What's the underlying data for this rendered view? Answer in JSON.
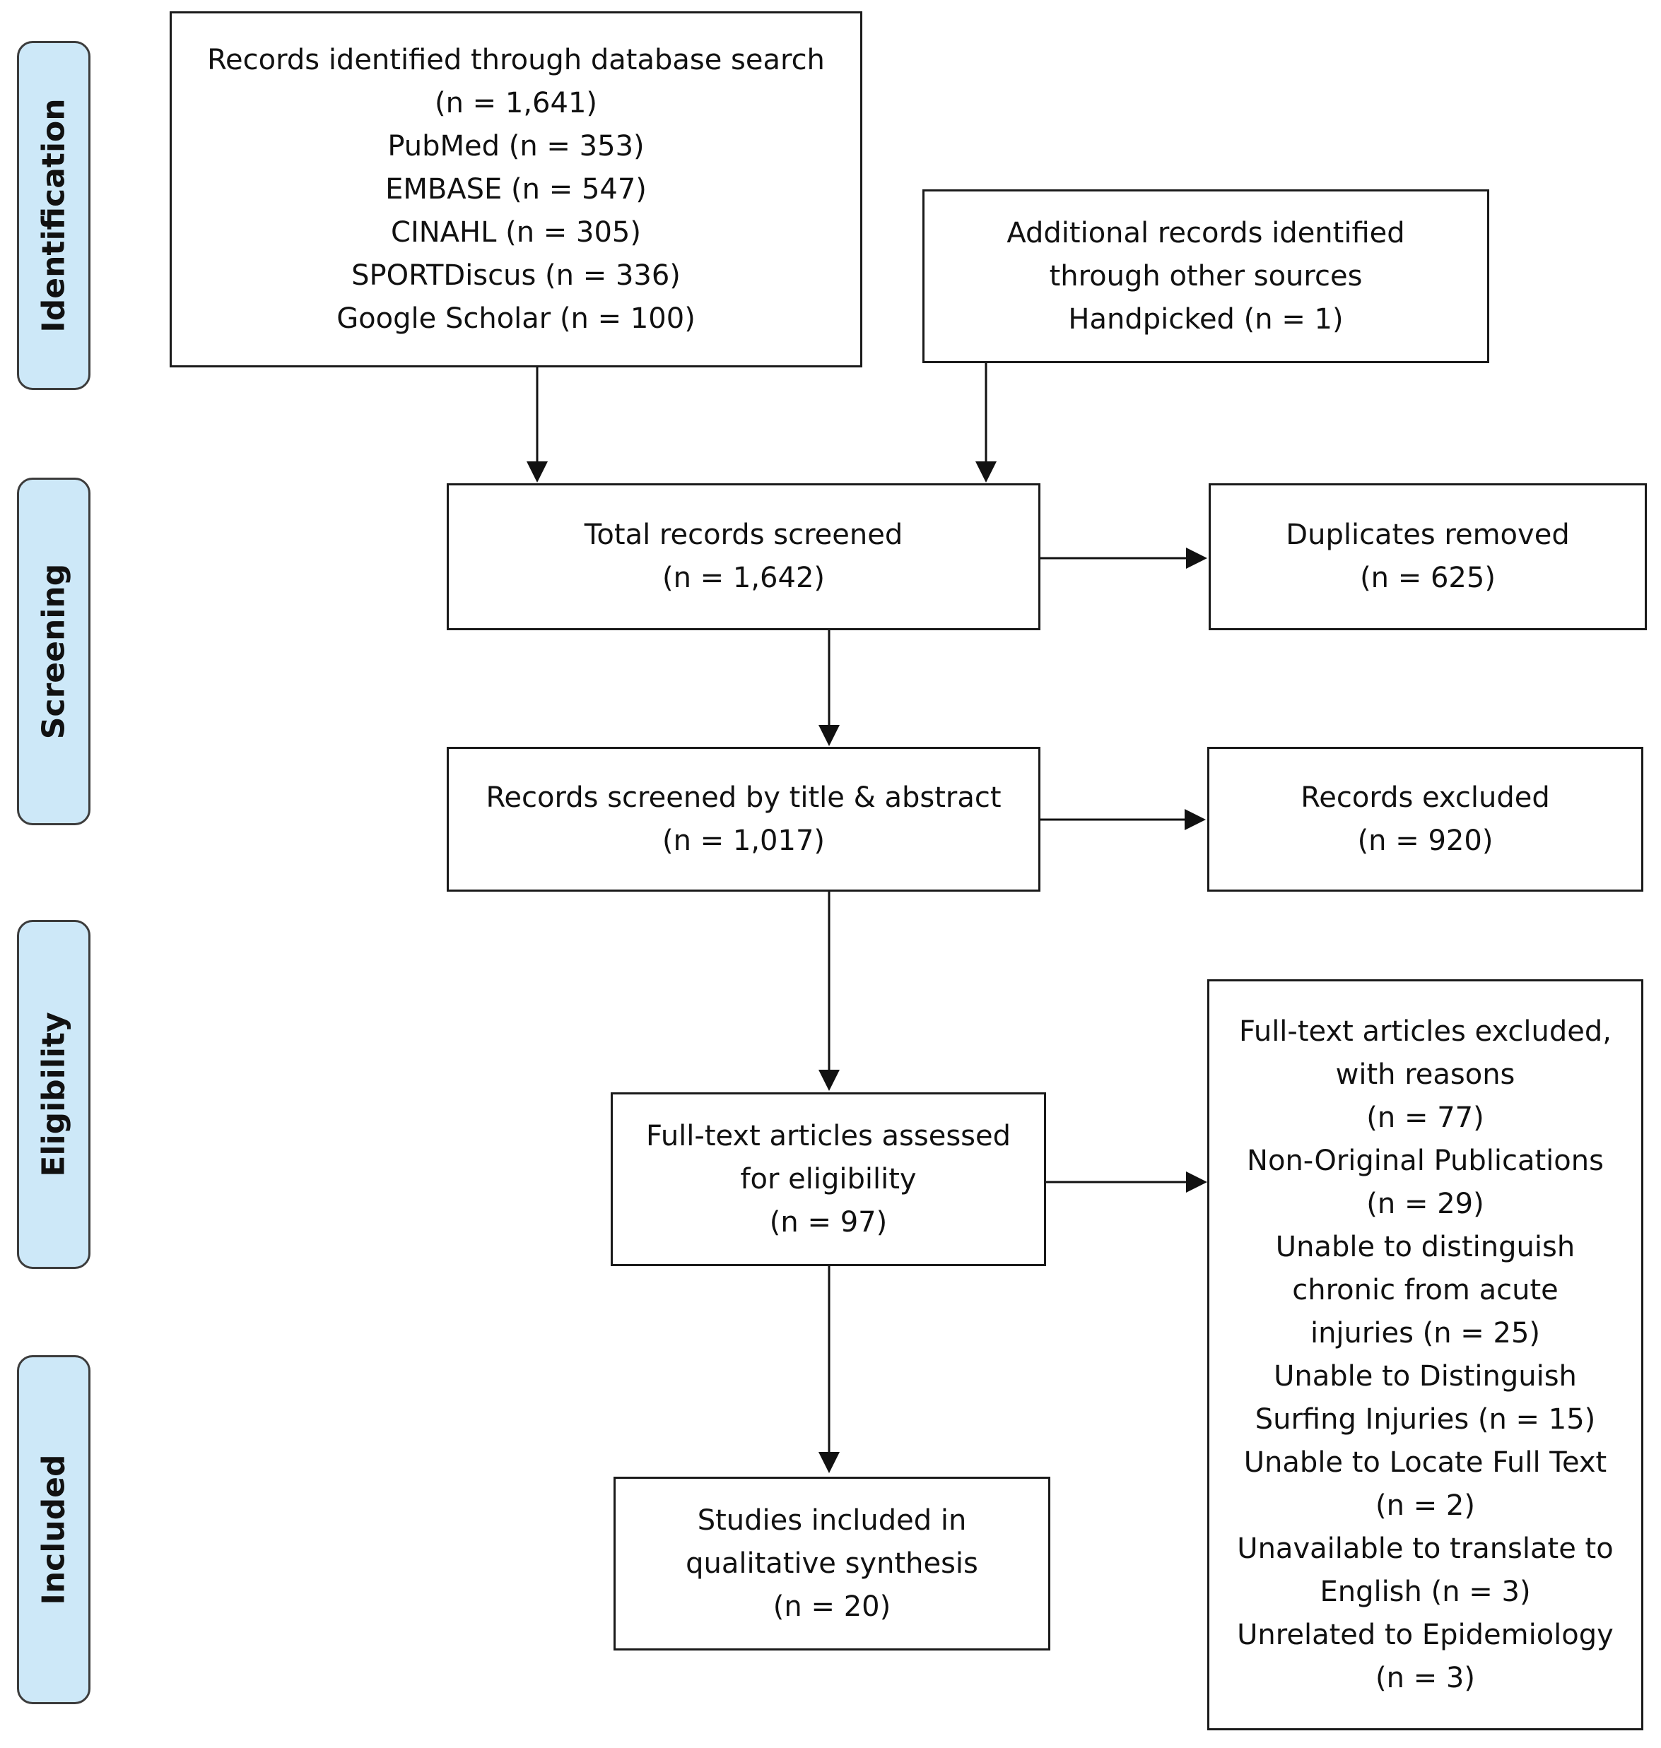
{
  "stages": {
    "identification": "Identification",
    "screening": "Screening",
    "eligibility": "Eligibility",
    "included": "Included"
  },
  "boxes": {
    "database_search": {
      "lines": [
        "Records identified through database search",
        "(n = 1,641)",
        "PubMed (n = 353)",
        "EMBASE (n = 547)",
        "CINAHL (n = 305)",
        "SPORTDiscus (n = 336)",
        "Google Scholar (n = 100)"
      ]
    },
    "other_sources": {
      "lines": [
        "Additional records identified",
        "through other sources",
        "Handpicked (n = 1)"
      ]
    },
    "total_screened": {
      "lines": [
        "Total records screened",
        "(n = 1,642)"
      ]
    },
    "duplicates_removed": {
      "lines": [
        "Duplicates removed",
        "(n = 625)"
      ]
    },
    "title_abstract": {
      "lines": [
        "Records screened by title & abstract",
        "(n = 1,017)"
      ]
    },
    "records_excluded": {
      "lines": [
        "Records excluded",
        "(n = 920)"
      ]
    },
    "full_text_assessed": {
      "lines": [
        "Full-text articles assessed",
        "for eligibility",
        "(n = 97)"
      ]
    },
    "full_text_excluded": {
      "lines": [
        "Full-text articles excluded,",
        "with reasons",
        "(n = 77)",
        "Non-Original Publications",
        "(n = 29)",
        "Unable to distinguish",
        "chronic from acute",
        "injuries (n = 25)",
        "Unable to Distinguish",
        "Surfing Injuries (n = 15)",
        "Unable to Locate Full Text",
        "(n = 2)",
        "Unavailable to translate to",
        "English (n = 3)",
        "Unrelated to Epidemiology",
        "(n = 3)"
      ]
    },
    "included_studies": {
      "lines": [
        "Studies included in",
        "qualitative synthesis",
        "(n = 20)"
      ]
    }
  }
}
